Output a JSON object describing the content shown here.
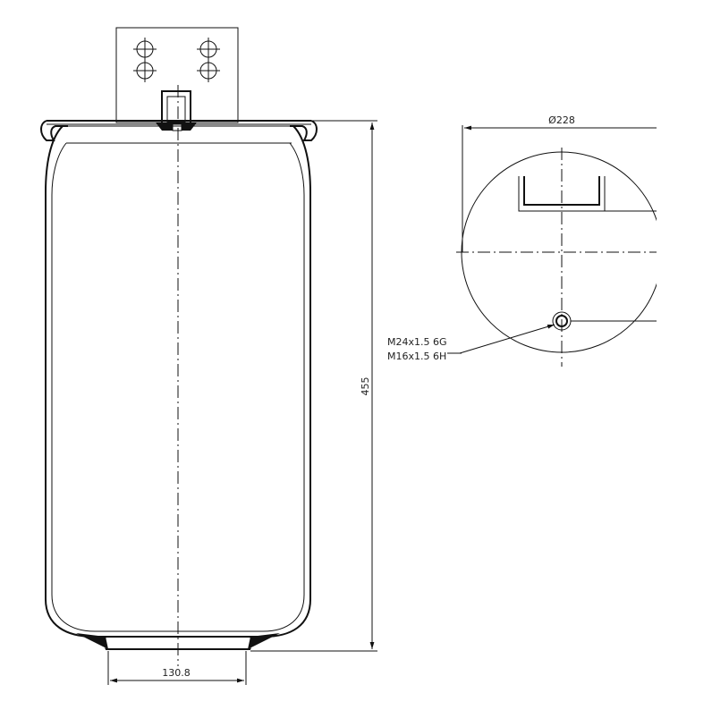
{
  "dimensions": {
    "height_label": "455",
    "diameter_label": "Ø228",
    "bottom_width_label": "130.8"
  },
  "callout": {
    "thread_1": "M24x1.5 6G",
    "thread_2": "M16x1.5 6H"
  }
}
